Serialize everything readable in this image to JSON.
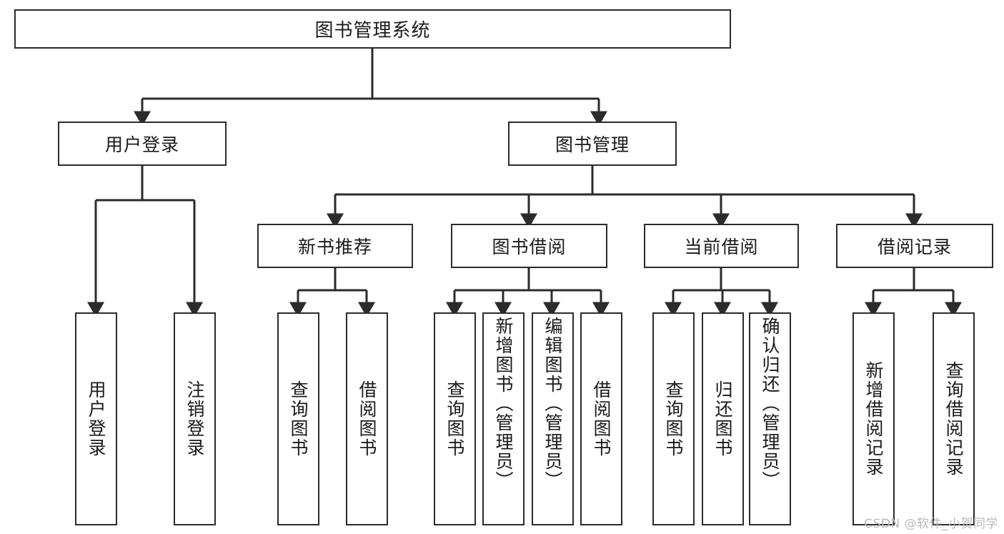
{
  "diagram": {
    "type": "tree",
    "title_node": {
      "label": "图书管理系统"
    },
    "level2": [
      {
        "label": "用户登录"
      },
      {
        "label": "图书管理"
      }
    ],
    "level3": [
      {
        "label": "新书推荐"
      },
      {
        "label": "图书借阅"
      },
      {
        "label": "当前借阅"
      },
      {
        "label": "借阅记录"
      }
    ],
    "leaves": {
      "user_login": [
        {
          "label": "用户登录"
        },
        {
          "label": "注销登录"
        }
      ],
      "new_book": [
        {
          "label": "查询图书"
        },
        {
          "label": "借阅图书"
        }
      ],
      "book_borrow": [
        {
          "label": "查询图书"
        },
        {
          "label": "新增图书（管理员）"
        },
        {
          "label": "编辑图书（管理员）"
        },
        {
          "label": "借阅图书"
        }
      ],
      "current_borrow": [
        {
          "label": "查询图书"
        },
        {
          "label": "归还图书"
        },
        {
          "label": "确认归还（管理员）"
        }
      ],
      "borrow_record": [
        {
          "label": "新增借阅记录"
        },
        {
          "label": "查询借阅记录"
        }
      ]
    }
  },
  "watermark": {
    "text": "CSDN @软件_小贺同学"
  },
  "colors": {
    "stroke": "#2b2b2b",
    "background": "#ffffff",
    "text": "#1a1a1a",
    "watermark": "#b9b9b9"
  }
}
